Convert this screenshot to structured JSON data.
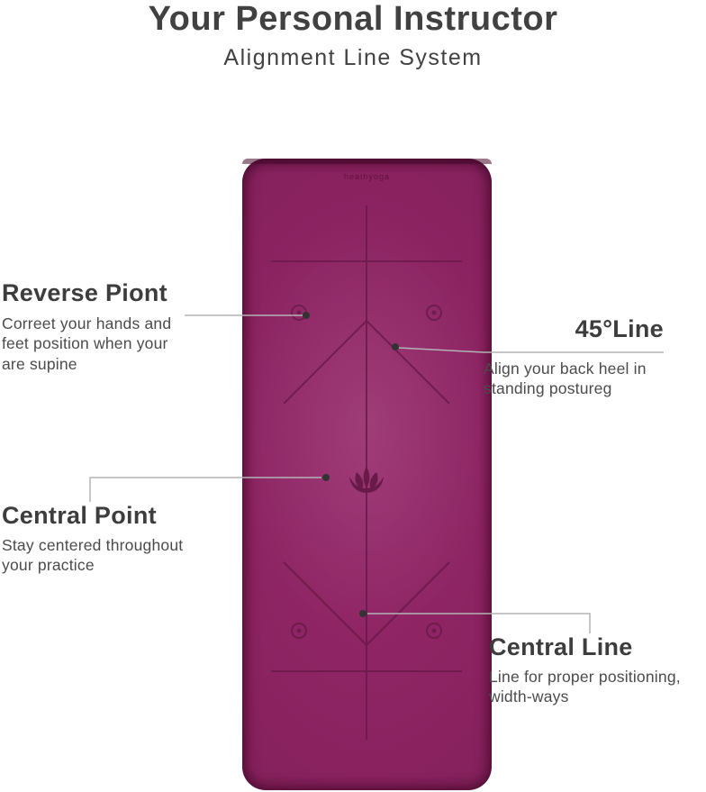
{
  "header": {
    "title": "Your Personal Instructor",
    "subtitle": "Alignment Line System"
  },
  "mat": {
    "brand": "heathyoga",
    "colors": {
      "base": "#8a2260",
      "highlight": "#95286a",
      "edge": "#772052",
      "alignment_line": "#6b1a4a"
    }
  },
  "callouts": [
    {
      "id": "reverse-point",
      "heading": "Reverse Piont",
      "body": "Correet your hands and\nfeet position when your\nare supine",
      "side": "left"
    },
    {
      "id": "45-line",
      "heading": "45°Line",
      "body": "Align your back heel in\nstanding postureg",
      "side": "right"
    },
    {
      "id": "central-point",
      "heading": "Central Point",
      "body": "Stay centered throughout\nyour practice",
      "side": "left"
    },
    {
      "id": "central-line",
      "heading": "Central Line",
      "body": "Line for proper positioning,\nwidth-ways",
      "side": "right"
    }
  ]
}
